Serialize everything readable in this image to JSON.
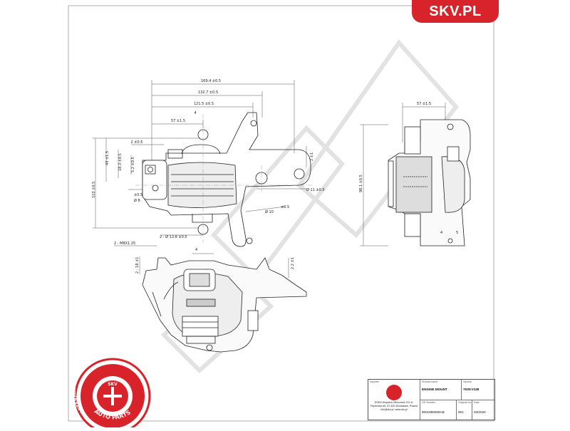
{
  "brand": {
    "label": "SKV.PL",
    "color": "#d8232a"
  },
  "dimensions": {
    "overall_width": "169.4 ±0.5",
    "width_2": "132.7 ±0.5",
    "width_3": "121.5 ±0.5",
    "width_4": "57 ±1.5",
    "height_total": "110 ±0.5",
    "height_2": "43 ±1.5",
    "height_3": "18.3 ±0.5",
    "height_4": "5.2 ±0.5",
    "dim_2": "2 ±0.5",
    "hole_a": "2 - Ø 13.8 ±0.5",
    "hole_b": "Ø 8",
    "hole_c": "Ø 11 ±0.5",
    "hole_d": "Ø 10",
    "tol_a": "±0.5",
    "tol_b": "±0.5",
    "small_a": "2 ±1",
    "thread": "2 - M8X1.25",
    "depth": "2 - 18 ±1",
    "side_height": "2.2 ±1",
    "detail_a": "4",
    "detail_b": "4",
    "side_width": "57 ±1.5",
    "side_height_2": "98.1 ±0.5",
    "side_a": "4",
    "side_b": "5"
  },
  "seal": {
    "top_text": "AFTERMARKET PRICE • OE QUALITY",
    "bottom_text": "AUTO PARTS",
    "center": "SKV",
    "color": "#d8232a"
  },
  "title_block": {
    "importer_label": "Importer",
    "product_name_label": "Product name",
    "product_name": "ENGINE MOUNT",
    "symbol_label": "Symbol",
    "symbol": "75SKV338",
    "company": "ESEN Wojciech Wieczorek S.K.A.",
    "address": "Pepernika 65, 57-400 Wrocławek, Poland",
    "contact": "info@skv.pl, www.skv.pl",
    "oe_label": "OE Number",
    "oe_number": "8001990009AB",
    "page_label": "Original No.",
    "page": "001",
    "date_label": "Date",
    "date": "03/2020"
  }
}
